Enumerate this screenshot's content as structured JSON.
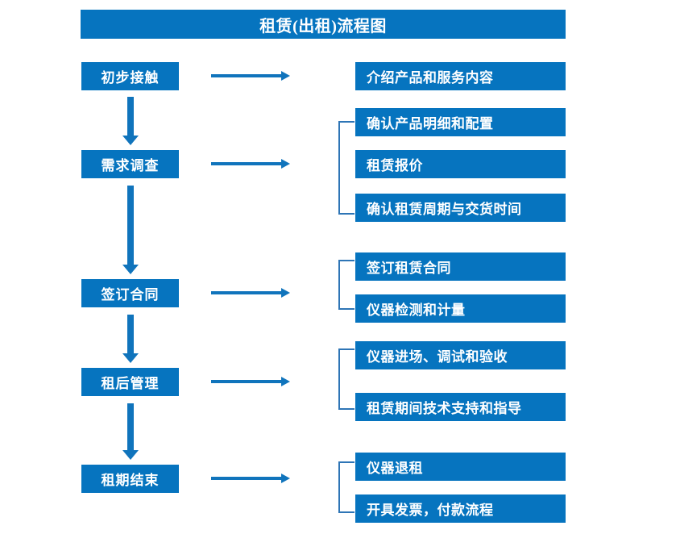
{
  "title": "租赁(出租)流程图",
  "theme": {
    "box_fill": "#0674bf",
    "box_text": "#ffffff",
    "arrow_color": "#1074bc",
    "bracket_color": "#2e75b6",
    "background": "#ffffff"
  },
  "stages": [
    {
      "label": "初步接触"
    },
    {
      "label": "需求调查"
    },
    {
      "label": "签订合同"
    },
    {
      "label": "租后管理"
    },
    {
      "label": "租期结束"
    }
  ],
  "details": [
    {
      "label": "介绍产品和服务内容"
    },
    {
      "label": "确认产品明细和配置"
    },
    {
      "label": "租赁报价"
    },
    {
      "label": "确认租赁周期与交货时间"
    },
    {
      "label": "签订租赁合同"
    },
    {
      "label": "仪器检测和计量"
    },
    {
      "label": "仪器进场、调试和验收"
    },
    {
      "label": "租赁期间技术支持和指导"
    },
    {
      "label": "仪器退租"
    },
    {
      "label": "开具发票，付款流程"
    }
  ],
  "groups": [
    {
      "stage": "初步接触",
      "details": [
        "介绍产品和服务内容"
      ]
    },
    {
      "stage": "需求调查",
      "details": [
        "确认产品明细和配置",
        "租赁报价",
        "确认租赁周期与交货时间"
      ]
    },
    {
      "stage": "签订合同",
      "details": [
        "签订租赁合同",
        "仪器检测和计量"
      ]
    },
    {
      "stage": "租后管理",
      "details": [
        "仪器进场、调试和验收",
        "租赁期间技术支持和指导"
      ]
    },
    {
      "stage": "租期结束",
      "details": [
        "仪器退租",
        "开具发票，付款流程"
      ]
    }
  ]
}
